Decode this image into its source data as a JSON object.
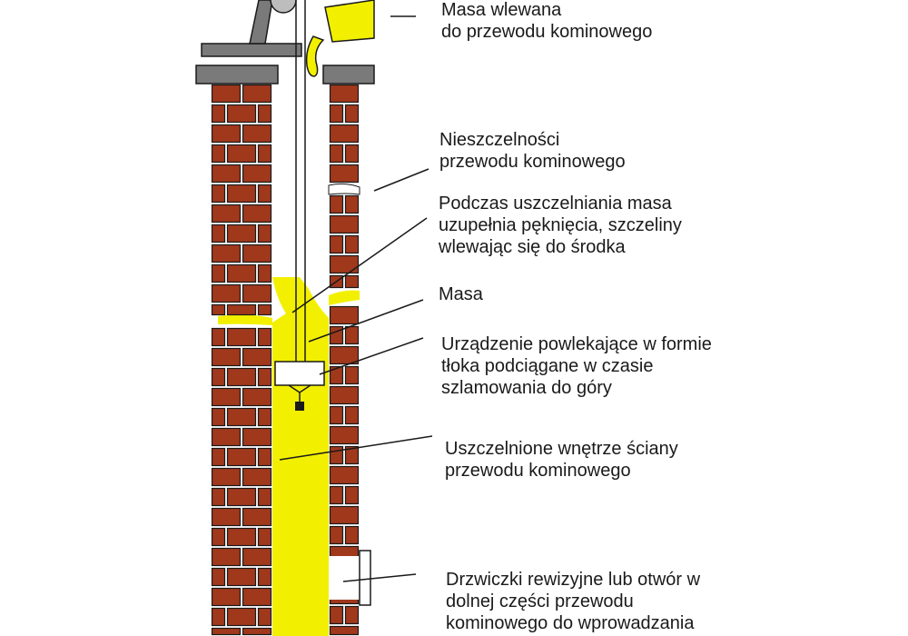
{
  "colors": {
    "brick": "#a0381c",
    "mortar": "#ffffff",
    "brick_outline": "#1a1a1a",
    "cap": "#7a7a7a",
    "sealant": "#f2f000",
    "leader": "#1a1a1a"
  },
  "labels": [
    {
      "id": "masa-wlewana",
      "lines": [
        "Masa wlewana",
        "do przewodu kominowego"
      ]
    },
    {
      "id": "nieszczelnosci",
      "lines": [
        "Nieszczelności",
        "przewodu kominowego"
      ]
    },
    {
      "id": "podczas-uszczelniania",
      "lines": [
        "Podczas uszczelniania masa",
        "uzupełnia pęknięcia, szczeliny",
        "wlewając się do środka"
      ]
    },
    {
      "id": "masa",
      "lines": [
        "Masa"
      ]
    },
    {
      "id": "urzadzenie",
      "lines": [
        "Urządzenie powlekające w formie",
        "tłoka podciągane w czasie",
        "szlamowania do góry"
      ]
    },
    {
      "id": "uszczelnione",
      "lines": [
        "Uszczelnione wnętrze ściany",
        "przewodu kominowego"
      ]
    },
    {
      "id": "drzwiczki",
      "lines": [
        "Drzwiczki rewizyjne lub otwór w",
        "dolnej części przewodu",
        "kominowego do wprowadzania"
      ]
    }
  ]
}
